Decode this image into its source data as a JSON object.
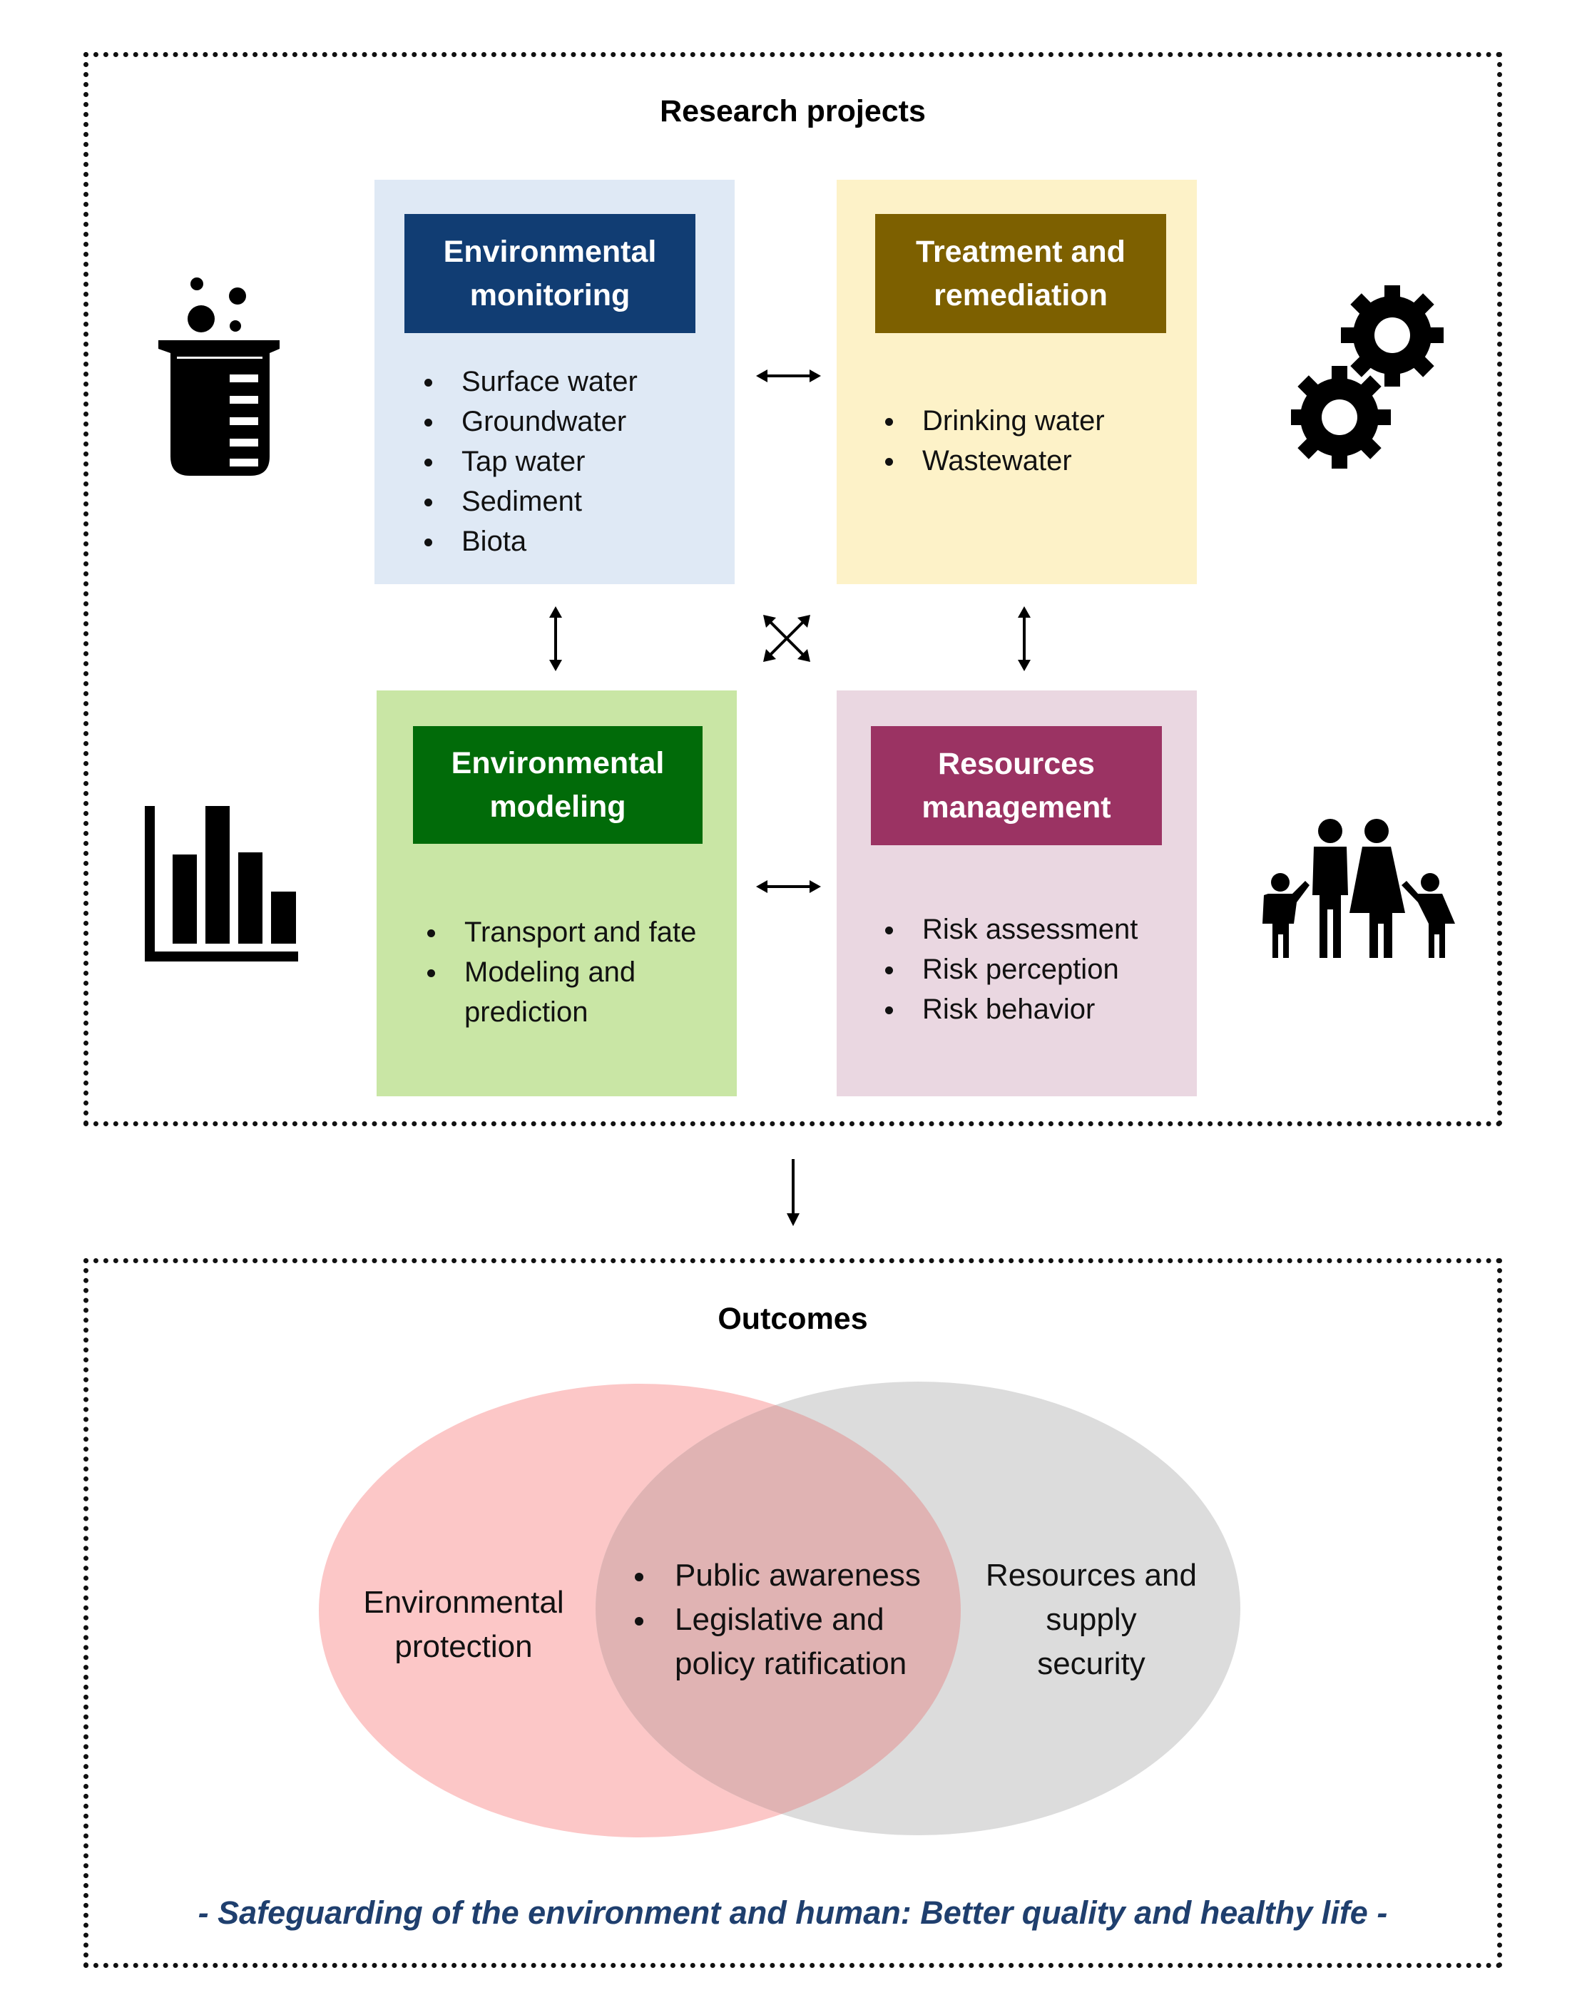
{
  "research": {
    "title": "Research projects",
    "panels": {
      "monitoring": {
        "title_lines": [
          "Environmental",
          "monitoring"
        ],
        "items": [
          "Surface water",
          "Groundwater",
          "Tap water",
          "Sediment",
          "Biota"
        ],
        "bg": "#dfe9f5",
        "header_bg": "#113d73"
      },
      "treatment": {
        "title_lines": [
          "Treatment and",
          "remediation"
        ],
        "items": [
          "Drinking water",
          "Wastewater"
        ],
        "bg": "#fdf2c8",
        "header_bg": "#7d6000"
      },
      "modeling": {
        "title_lines": [
          "Environmental",
          "modeling"
        ],
        "items": [
          "Transport and fate",
          "Modeling and",
          "prediction"
        ],
        "bg": "#c9e6a5",
        "header_bg": "#016b09"
      },
      "resources": {
        "title_lines": [
          "Resources",
          "management"
        ],
        "items": [
          "Risk assessment",
          "Risk perception",
          "Risk behavior"
        ],
        "bg": "#ead7e1",
        "header_bg": "#9b3363"
      }
    },
    "icons": [
      "beaker-icon",
      "gears-icon",
      "bar-chart-icon",
      "family-icon"
    ]
  },
  "outcomes": {
    "title": "Outcomes",
    "left_lines": [
      "Environmental",
      "protection"
    ],
    "right_lines": [
      "Resources and",
      "supply",
      "security"
    ],
    "center_items": [
      "Public awareness",
      "Legislative and",
      "policy ratification"
    ],
    "left_color": "#fcc7c7",
    "right_color": "#dcdcdc",
    "overlap_color": "#e0b3b3",
    "tagline": "- Safeguarding of the environment and human: Better quality and healthy life -"
  }
}
